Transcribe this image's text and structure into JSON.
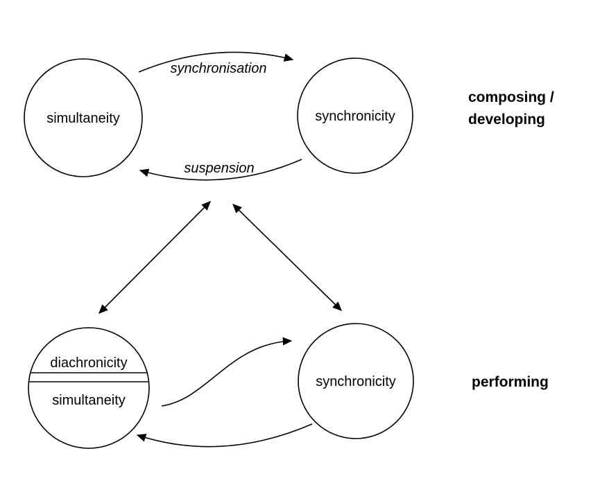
{
  "colors": {
    "background": "#ffffff",
    "line": "#000000"
  },
  "top_section": {
    "left_circle_label": "simultaneity",
    "right_circle_label": "synchronicity",
    "top_arrow_label": "synchronisation",
    "bottom_arrow_label": "suspension",
    "section_label": {
      "line1": "composing /",
      "line2": "developing"
    }
  },
  "bottom_section": {
    "left_circle_top_label": "diachronicity",
    "left_circle_bottom_label": "simultaneity",
    "right_circle_label": "synchronicity",
    "section_label": "performing"
  }
}
